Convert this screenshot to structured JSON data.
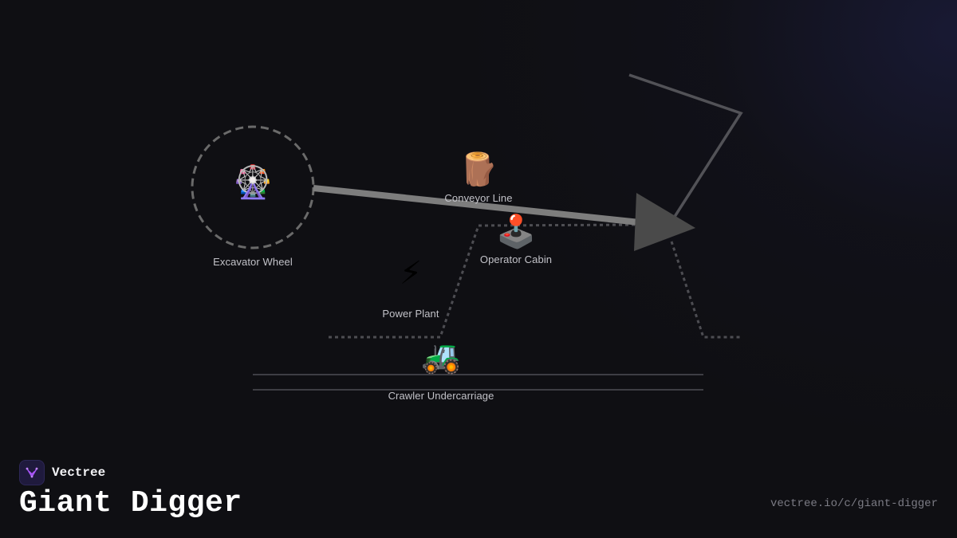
{
  "diagram": {
    "nodes": [
      {
        "id": "excavator-wheel",
        "icon": "ferris-wheel",
        "emoji": "🎡",
        "label": "Excavator Wheel"
      },
      {
        "id": "conveyor-line",
        "icon": "wood-log",
        "emoji": "🪵",
        "label": "Conveyor Line"
      },
      {
        "id": "operator-cabin",
        "icon": "joystick",
        "emoji": "🕹️",
        "label": "Operator Cabin"
      },
      {
        "id": "power-plant",
        "icon": "lightning",
        "emoji": "⚡",
        "label": "Power Plant"
      },
      {
        "id": "crawler-undercarriage",
        "icon": "tractor",
        "emoji": "🚜",
        "label": "Crawler Undercarriage"
      }
    ]
  },
  "colors": {
    "background": "#0f0f13",
    "line": "#6b6b6b",
    "arrow": "#4a4a4a",
    "label": "#c2c2c8",
    "logo_accent": "#a855f7"
  },
  "footer": {
    "brand_name": "Vectree",
    "title": "Giant Digger",
    "url": "vectree.io/c/giant-digger"
  }
}
